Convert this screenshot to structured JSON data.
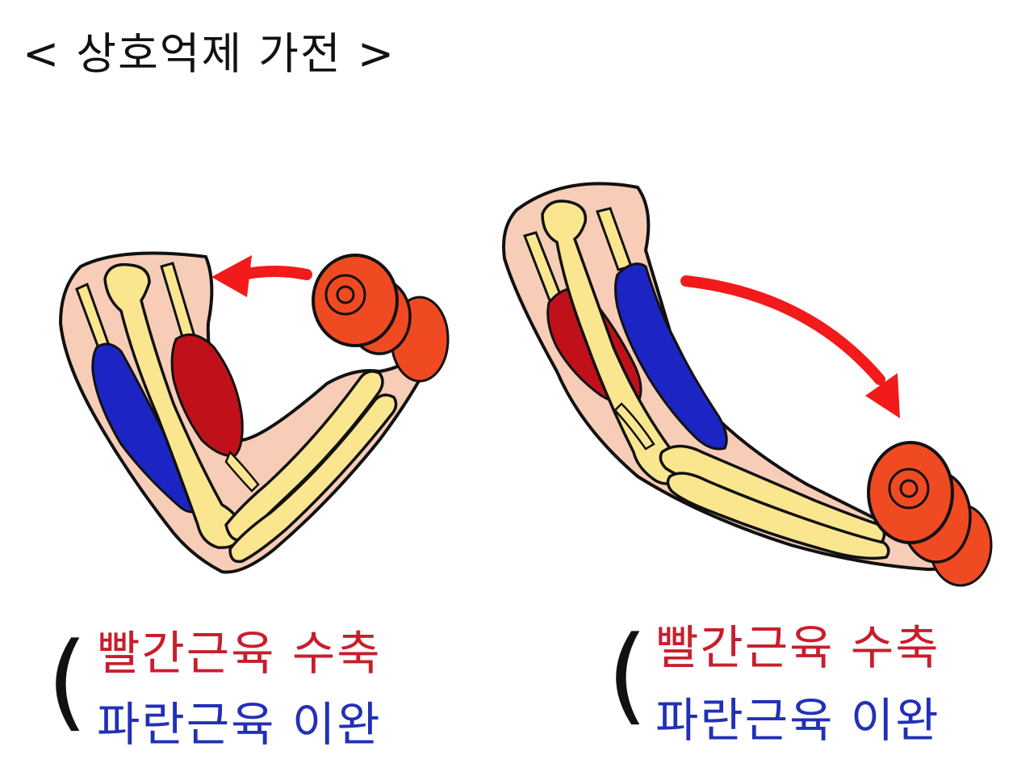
{
  "title": "< 상호억제 가전 >",
  "panels": [
    {
      "contract_text": "빨간근육 수축",
      "relax_text": "파란근육 이완"
    },
    {
      "contract_text": "빨간근육 수축",
      "relax_text": "파란근육 이완"
    }
  ],
  "colors": {
    "skin": "#f7cdb8",
    "bone": "#fbe690",
    "muscle_red": "#c0101a",
    "muscle_blue": "#1c24c4",
    "dumbbell": "#f04a22",
    "arrow": "#f21a1a",
    "outline": "#111111"
  }
}
